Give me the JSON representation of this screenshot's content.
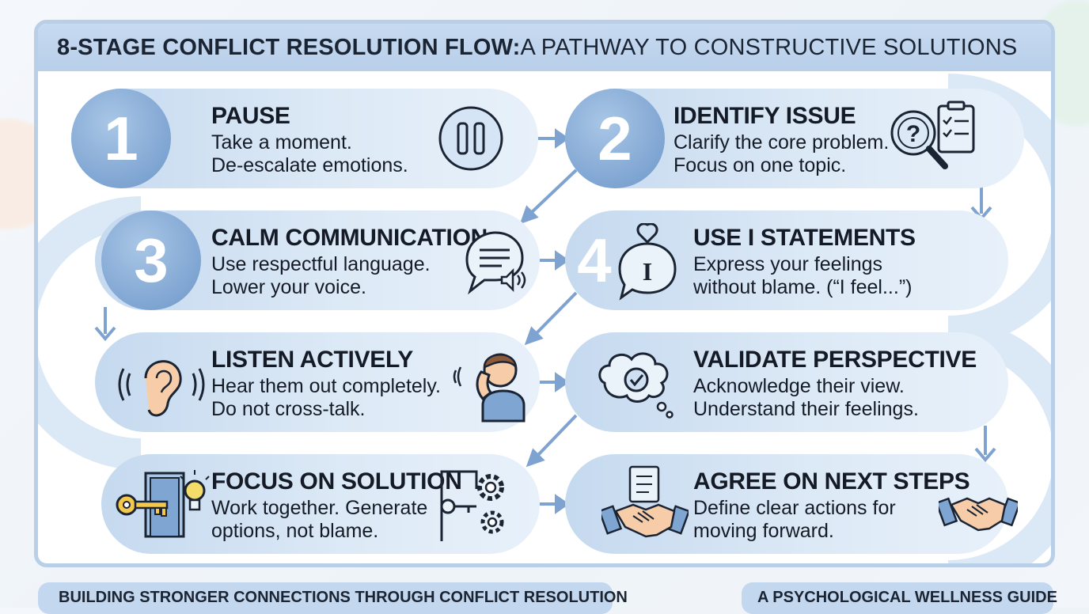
{
  "header": {
    "title_bold": "8-STAGE CONFLICT RESOLUTION FLOW:",
    "title_rest": " A PATHWAY TO CONSTRUCTIVE SOLUTIONS"
  },
  "stages": [
    {
      "number": "1",
      "title": "PAUSE",
      "line1": "Take a moment.",
      "line2": "De-escalate emotions.",
      "icon": "pause-icon"
    },
    {
      "number": "2",
      "title": "IDENTIFY ISSUE",
      "line1": "Clarify the core problem.",
      "line2": "Focus on one topic.",
      "icon": "magnifier-question-icon"
    },
    {
      "number": "3",
      "title": "CALM COMMUNICATION",
      "line1": "Use respectful language.",
      "line2": "Lower your voice.",
      "icon": "speech-bubble-icon"
    },
    {
      "number": "4",
      "title": "USE I STATEMENTS",
      "line1": "Express your feelings",
      "line2": "without blame. (“I feel...”)",
      "icon": "heart-bubble-icon"
    },
    {
      "number": "",
      "title": "LISTEN ACTIVELY",
      "line1": "Hear them out completely.",
      "line2": "Do not cross-talk.",
      "icon": "ear-icon"
    },
    {
      "number": "",
      "title": "VALIDATE PERSPECTIVE",
      "line1": "Acknowledge their view.",
      "line2": "Understand their feelings.",
      "icon": "thought-check-icon"
    },
    {
      "number": "",
      "title": "FOCUS ON SOLUTION",
      "line1": "Work together. Generate",
      "line2": "options, not blame.",
      "icon": "key-door-icon"
    },
    {
      "number": "",
      "title": "AGREE ON NEXT STEPS",
      "line1": "Define clear actions for",
      "line2": "moving forward.",
      "icon": "handshake-icon"
    }
  ],
  "footer": {
    "left": "BUILDING STRONGER CONNECTIONS THROUGH CONFLICT RESOLUTION",
    "right": "A PSYCHOLOGICAL WELLNESS GUIDE"
  },
  "colors": {
    "accent": "#7fa5d2",
    "card": "#d3e3f3",
    "connector": "#7fa3d0",
    "title_bar": "#c0d5ed"
  }
}
